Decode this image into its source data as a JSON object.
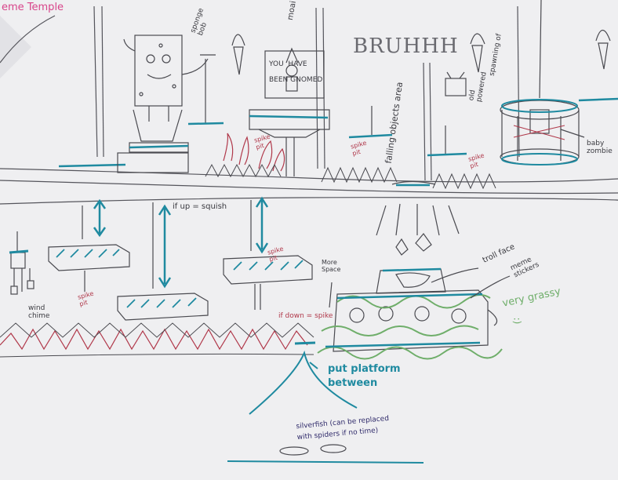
{
  "title": "eme Temple",
  "labels": {
    "sponge_bob": "sponge\nbob",
    "moai": "moai",
    "you_have_been_gnomed": "YOU  HAVE\nBEEN GNOMED",
    "bruhhh": "BRUHHH",
    "falling_objects_area": "falling objects area",
    "old_tv": "old\npowered",
    "spawning_area": "spawning of",
    "baby_zombie": "baby\nzombie",
    "spike_pit_1": "spike\npit",
    "spike_pit_2": "spike\npit",
    "spike_pit_3": "spike\npit",
    "spike_pit_4": "spike\npit",
    "spike_pit_5": "spike\npit",
    "if_up_squish": "if up = squish",
    "if_down_spike": "if down = spike",
    "more_space": "More\nSpace",
    "wind_chime": "wind\nchime",
    "troll_face": "troll face",
    "meme_stickers": "meme\nstickers",
    "very_grassy": "very grassy",
    "smiley": ":)",
    "put_platform_between": "put platform\nbetween",
    "silverfish": "silverfish (can be replaced\nwith spiders if no time)"
  },
  "colors": {
    "paper": "#efeff1",
    "pencil": "#4a4a50",
    "teal": "#1f8aa0",
    "red": "#b0384a",
    "green": "#6fae6a",
    "pink": "#d8448a"
  }
}
